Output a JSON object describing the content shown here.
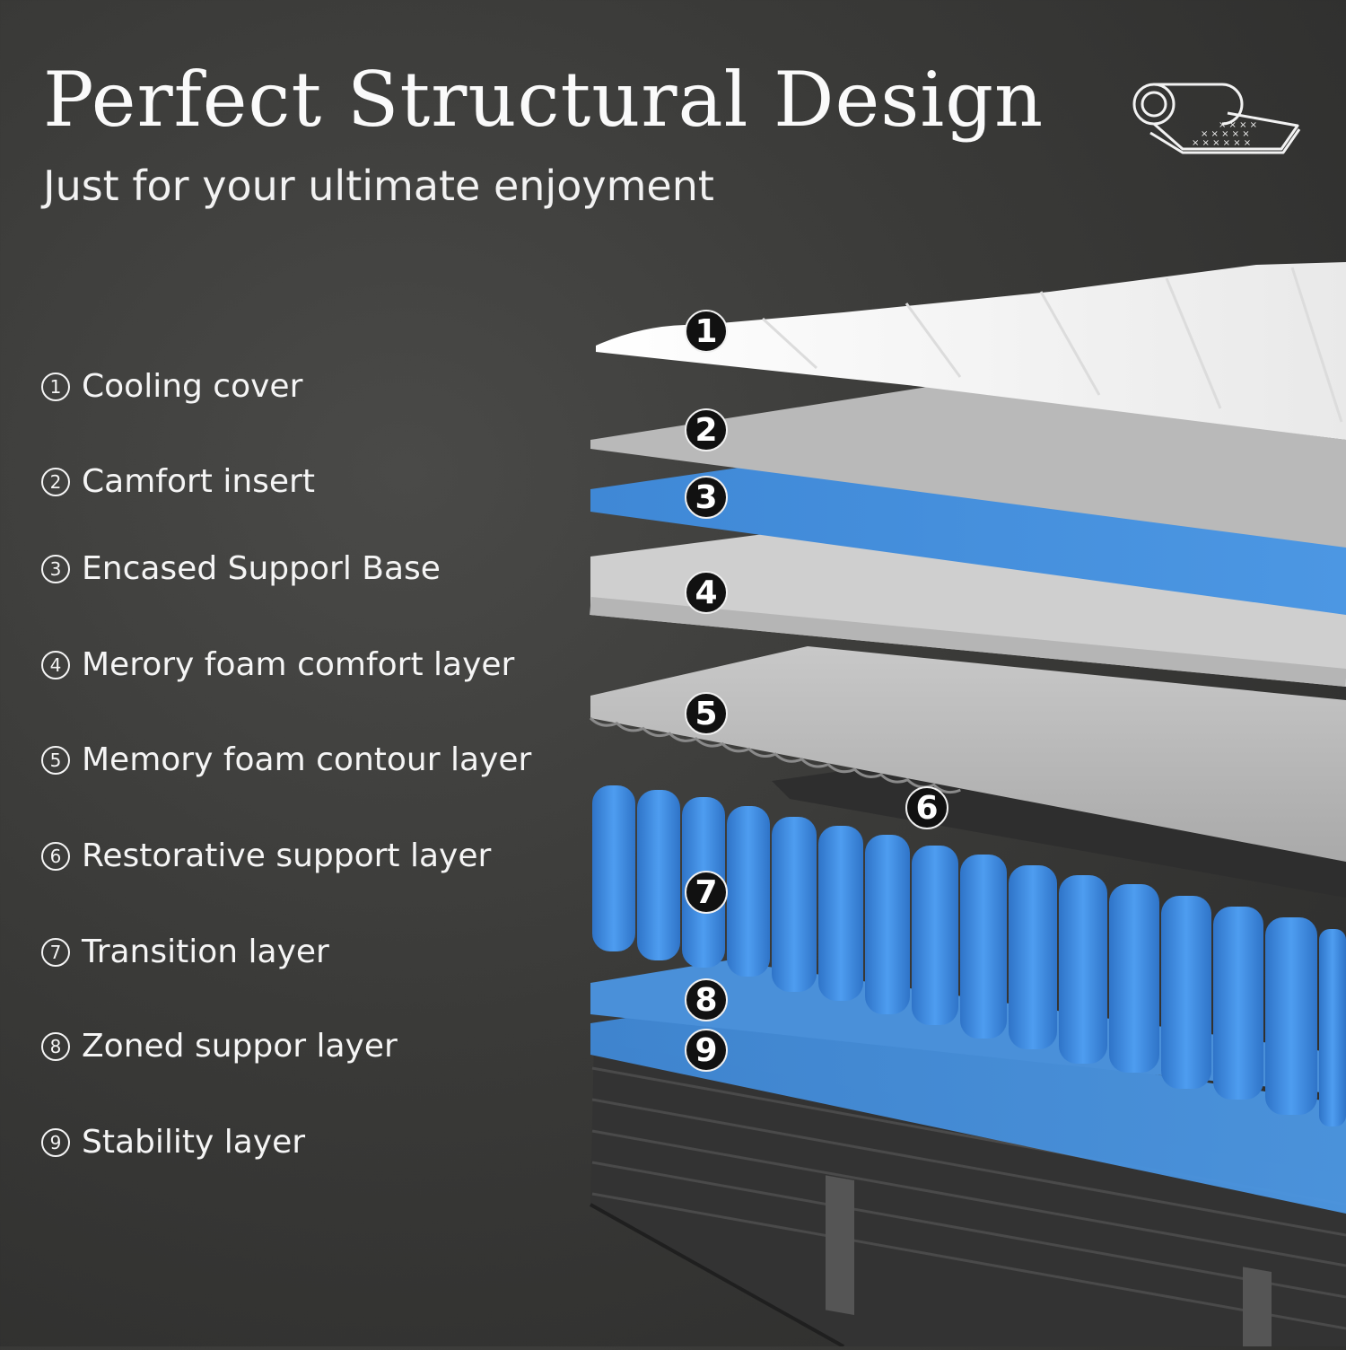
{
  "header": {
    "title": "Perfect Structural Design",
    "subtitle": "Just for your ultimate enjoyment",
    "icon": "rolled-mattress-icon"
  },
  "layers": [
    {
      "num": "1",
      "label": "Cooling cover"
    },
    {
      "num": "2",
      "label": "Camfort insert"
    },
    {
      "num": "3",
      "label": "Encased Supporl Base"
    },
    {
      "num": "4",
      "label": "Merory foam comfort layer"
    },
    {
      "num": "5",
      "label": "Memory foam contour layer"
    },
    {
      "num": "6",
      "label": "Restorative support layer"
    },
    {
      "num": "7",
      "label": "Transition layer"
    },
    {
      "num": "8",
      "label": "Zoned suppor layer"
    },
    {
      "num": "9",
      "label": "Stability layer"
    }
  ],
  "markers": [
    "1",
    "2",
    "3",
    "4",
    "5",
    "6",
    "7",
    "8",
    "9"
  ],
  "colors": {
    "background": "#3a3a38",
    "cover": "#f7f7f7",
    "foam_gray": "#bdbdbd",
    "foam_blue": "#4a90d9",
    "coil_blue": "#3d8be0",
    "base_fabric": "#3c3c3c"
  }
}
